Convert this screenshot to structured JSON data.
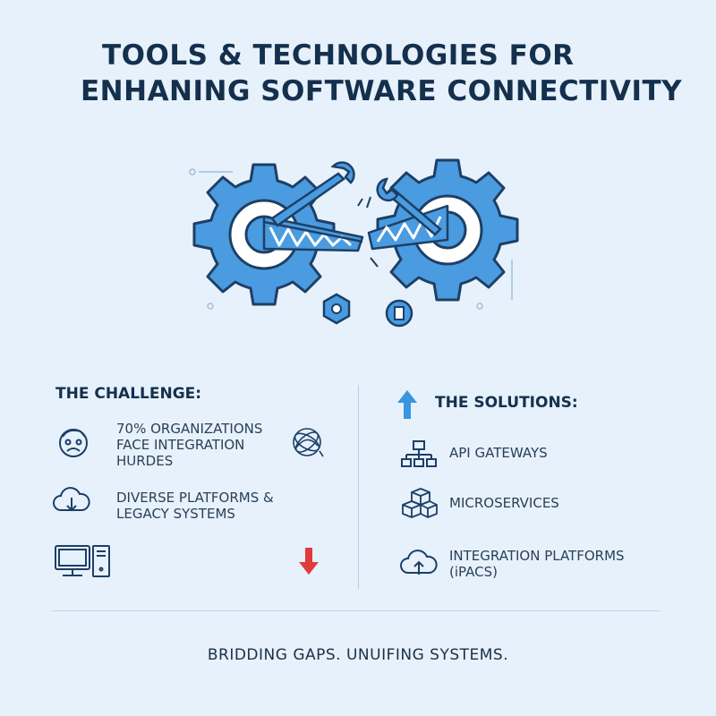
{
  "title": {
    "line1": "TOOLS & TECHNOLOGIES FOR",
    "line2": "ENHANING SOFTWARE CONNECTIVITY"
  },
  "challenge": {
    "heading": "THE CHALLENGE:",
    "items": [
      {
        "text": "70% ORGANIZATIONS\nFACE INTEGRATION\nHURDES",
        "icon": "sad-face-icon"
      },
      {
        "text": "DIVERSE PLATFORMS &\nLEGACY SYSTEMS",
        "icon": "cloud-download-icon"
      }
    ],
    "extra_icons": [
      "tangled-ball-icon",
      "desktop-computer-icon",
      "down-arrow-icon"
    ]
  },
  "solutions": {
    "heading": "THE SOLUTIONS:",
    "items": [
      {
        "text": "API GATEWAYS",
        "icon": "network-hierarchy-icon"
      },
      {
        "text": "MICROSERVICES",
        "icon": "cubes-icon"
      },
      {
        "text": "INTEGRATION PLATFORMS\n(iPACS)",
        "icon": "cloud-upload-icon"
      }
    ]
  },
  "footer": {
    "tagline": "BRIDDING GAPS. UNUIFING SYSTEMS."
  },
  "colors": {
    "background": "#e6f1fb",
    "gear_blue": "#4a9be0",
    "outline": "#1d3f66",
    "up_arrow": "#3a96de",
    "down_arrow": "#e23b3b",
    "text_dark": "#14304d"
  }
}
